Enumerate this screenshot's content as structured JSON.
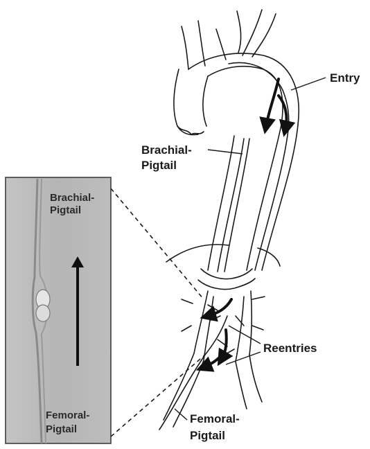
{
  "diagram": {
    "labels": {
      "entry": "Entry",
      "brachial_line1": "Brachial-",
      "brachial_line2": "Pigtail",
      "reentries": "Reentries",
      "femoral_line1": "Femoral-",
      "femoral_line2": "Pigtail"
    },
    "inset": {
      "brachial_line1": "Brachial-",
      "brachial_line2": "Pigtail",
      "femoral_line1": "Femoral-",
      "femoral_line2": "Pigtail"
    },
    "colors": {
      "line": "#1a1a1a",
      "arrow": "#111111",
      "inset_bg": "#b9b9b9",
      "inset_border": "#333333"
    },
    "icons": [
      "flow-arrow-icon",
      "direction-arrow-icon",
      "balloon-icon"
    ]
  }
}
